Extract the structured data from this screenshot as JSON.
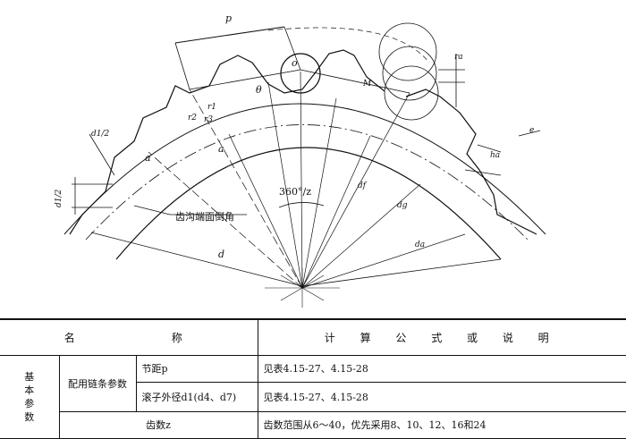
{
  "figure": {
    "labels": {
      "pitch": "p",
      "roller_center": "o",
      "seating_angle": "θ",
      "radius_r1": "r1",
      "radius_r2": "r2",
      "radius_r3": "r3",
      "half_width": "d1/2",
      "half_width_left": "d1/2",
      "roller_a_left": "a",
      "roller_a": "a",
      "pitch_angle": "360°/z",
      "dia_df": "df",
      "dia_d": "d",
      "dia_da": "da",
      "dia_dg": "dg",
      "tooth_height": "ha",
      "chamfer_e": "e",
      "offset_ra": "ra",
      "point_m": "M",
      "chamfer_note": "齿沟端面倒角"
    }
  },
  "table": {
    "headers": {
      "name": "名　　　　称",
      "formula": "计 算 公 式 或 说 明"
    },
    "group_label": "基本参数",
    "subgroup_label": "配用链条参数",
    "rows": [
      {
        "name": "节距p",
        "formula": "见表4.15-27、4.15-28"
      },
      {
        "name": "滚子外径d1(d4、d7)",
        "formula": "见表4.15-27、4.15-28"
      },
      {
        "name": "齿数z",
        "formula": "齿数范围从6～40，优先采用8、10、12、16和24"
      }
    ]
  }
}
